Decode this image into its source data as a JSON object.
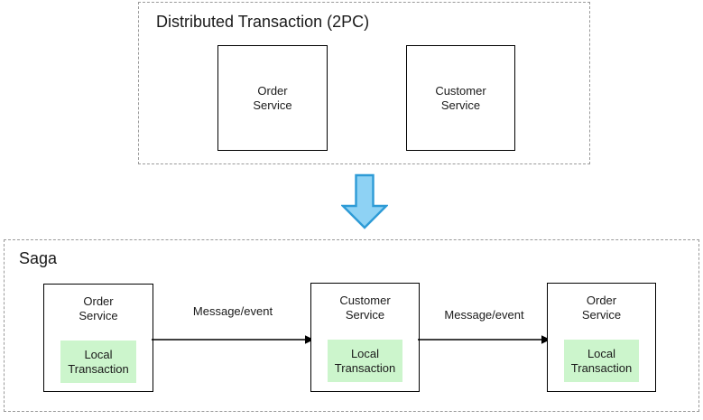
{
  "diagram": {
    "title_top": "Distributed Transaction (2PC)",
    "title_bottom": "Saga",
    "colors": {
      "local_transaction_fill": "#ccf5cc",
      "arrow_fill": "#8ed2f4",
      "arrow_stroke": "#2e9bd6",
      "box_stroke": "#000000",
      "group_stroke": "#9a9a9a",
      "text": "#1a1a1a",
      "background": "#ffffff"
    }
  },
  "groups": [
    {
      "id": "2pc",
      "title": "Distributed Transaction (2PC)",
      "boxes": [
        {
          "id": "2pc-order",
          "label": "Order\nService"
        },
        {
          "id": "2pc-customer",
          "label": "Customer\nService"
        }
      ]
    },
    {
      "id": "saga",
      "title": "Saga",
      "boxes": [
        {
          "id": "saga-1",
          "label": "Order\nService",
          "inner_label": "Local\nTransaction"
        },
        {
          "id": "saga-2",
          "label": "Customer\nService",
          "inner_label": "Local\nTransaction"
        },
        {
          "id": "saga-3",
          "label": "Order\nService",
          "inner_label": "Local\nTransaction"
        }
      ],
      "connectors": [
        {
          "id": "msg-1",
          "label": "Message/event",
          "from": "saga-1",
          "to": "saga-2"
        },
        {
          "id": "msg-2",
          "label": "Message/event",
          "from": "saga-2",
          "to": "saga-3"
        }
      ]
    }
  ],
  "transition": {
    "icon": "down-arrow-icon",
    "direction": "down"
  }
}
